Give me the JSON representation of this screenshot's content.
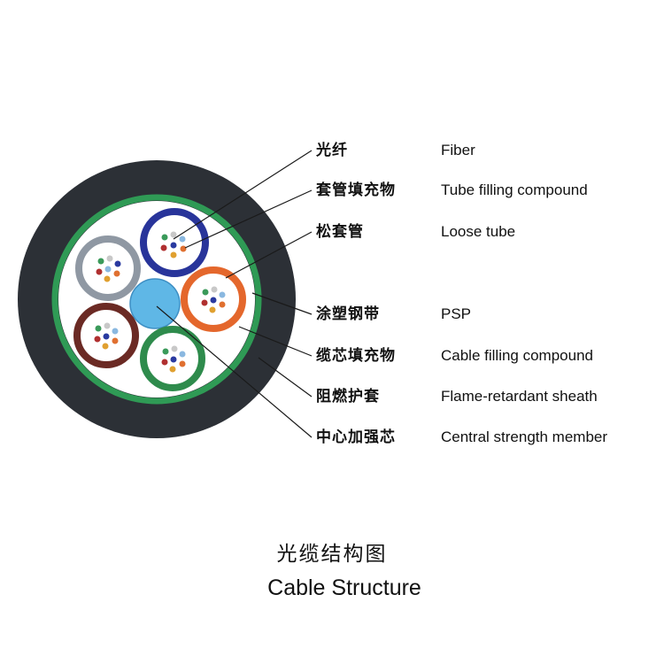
{
  "labels": [
    {
      "zh": "光纤",
      "en": "Fiber"
    },
    {
      "zh": "套管填充物",
      "en": "Tube filling compound"
    },
    {
      "zh": "松套管",
      "en": "Loose tube"
    },
    {
      "zh": "涂塑钢带",
      "en": "PSP"
    },
    {
      "zh": "缆芯填充物",
      "en": "Cable filling compound"
    },
    {
      "zh": "阻燃护套",
      "en": "Flame-retardant sheath"
    },
    {
      "zh": "中心加强芯",
      "en": "Central strength member"
    }
  ],
  "caption": {
    "zh": "光缆结构图",
    "en": "Cable Structure"
  },
  "colors": {
    "sheath": "#2c3036",
    "psp_tape": "#2f9a55",
    "core_fill": "#ffffff",
    "central_member": "#5fb7e6",
    "tube_blue": "#28349a",
    "tube_gray": "#8f98a3",
    "tube_orange": "#e4672c",
    "tube_brown": "#6b2a24",
    "tube_green": "#2e8b4c"
  }
}
